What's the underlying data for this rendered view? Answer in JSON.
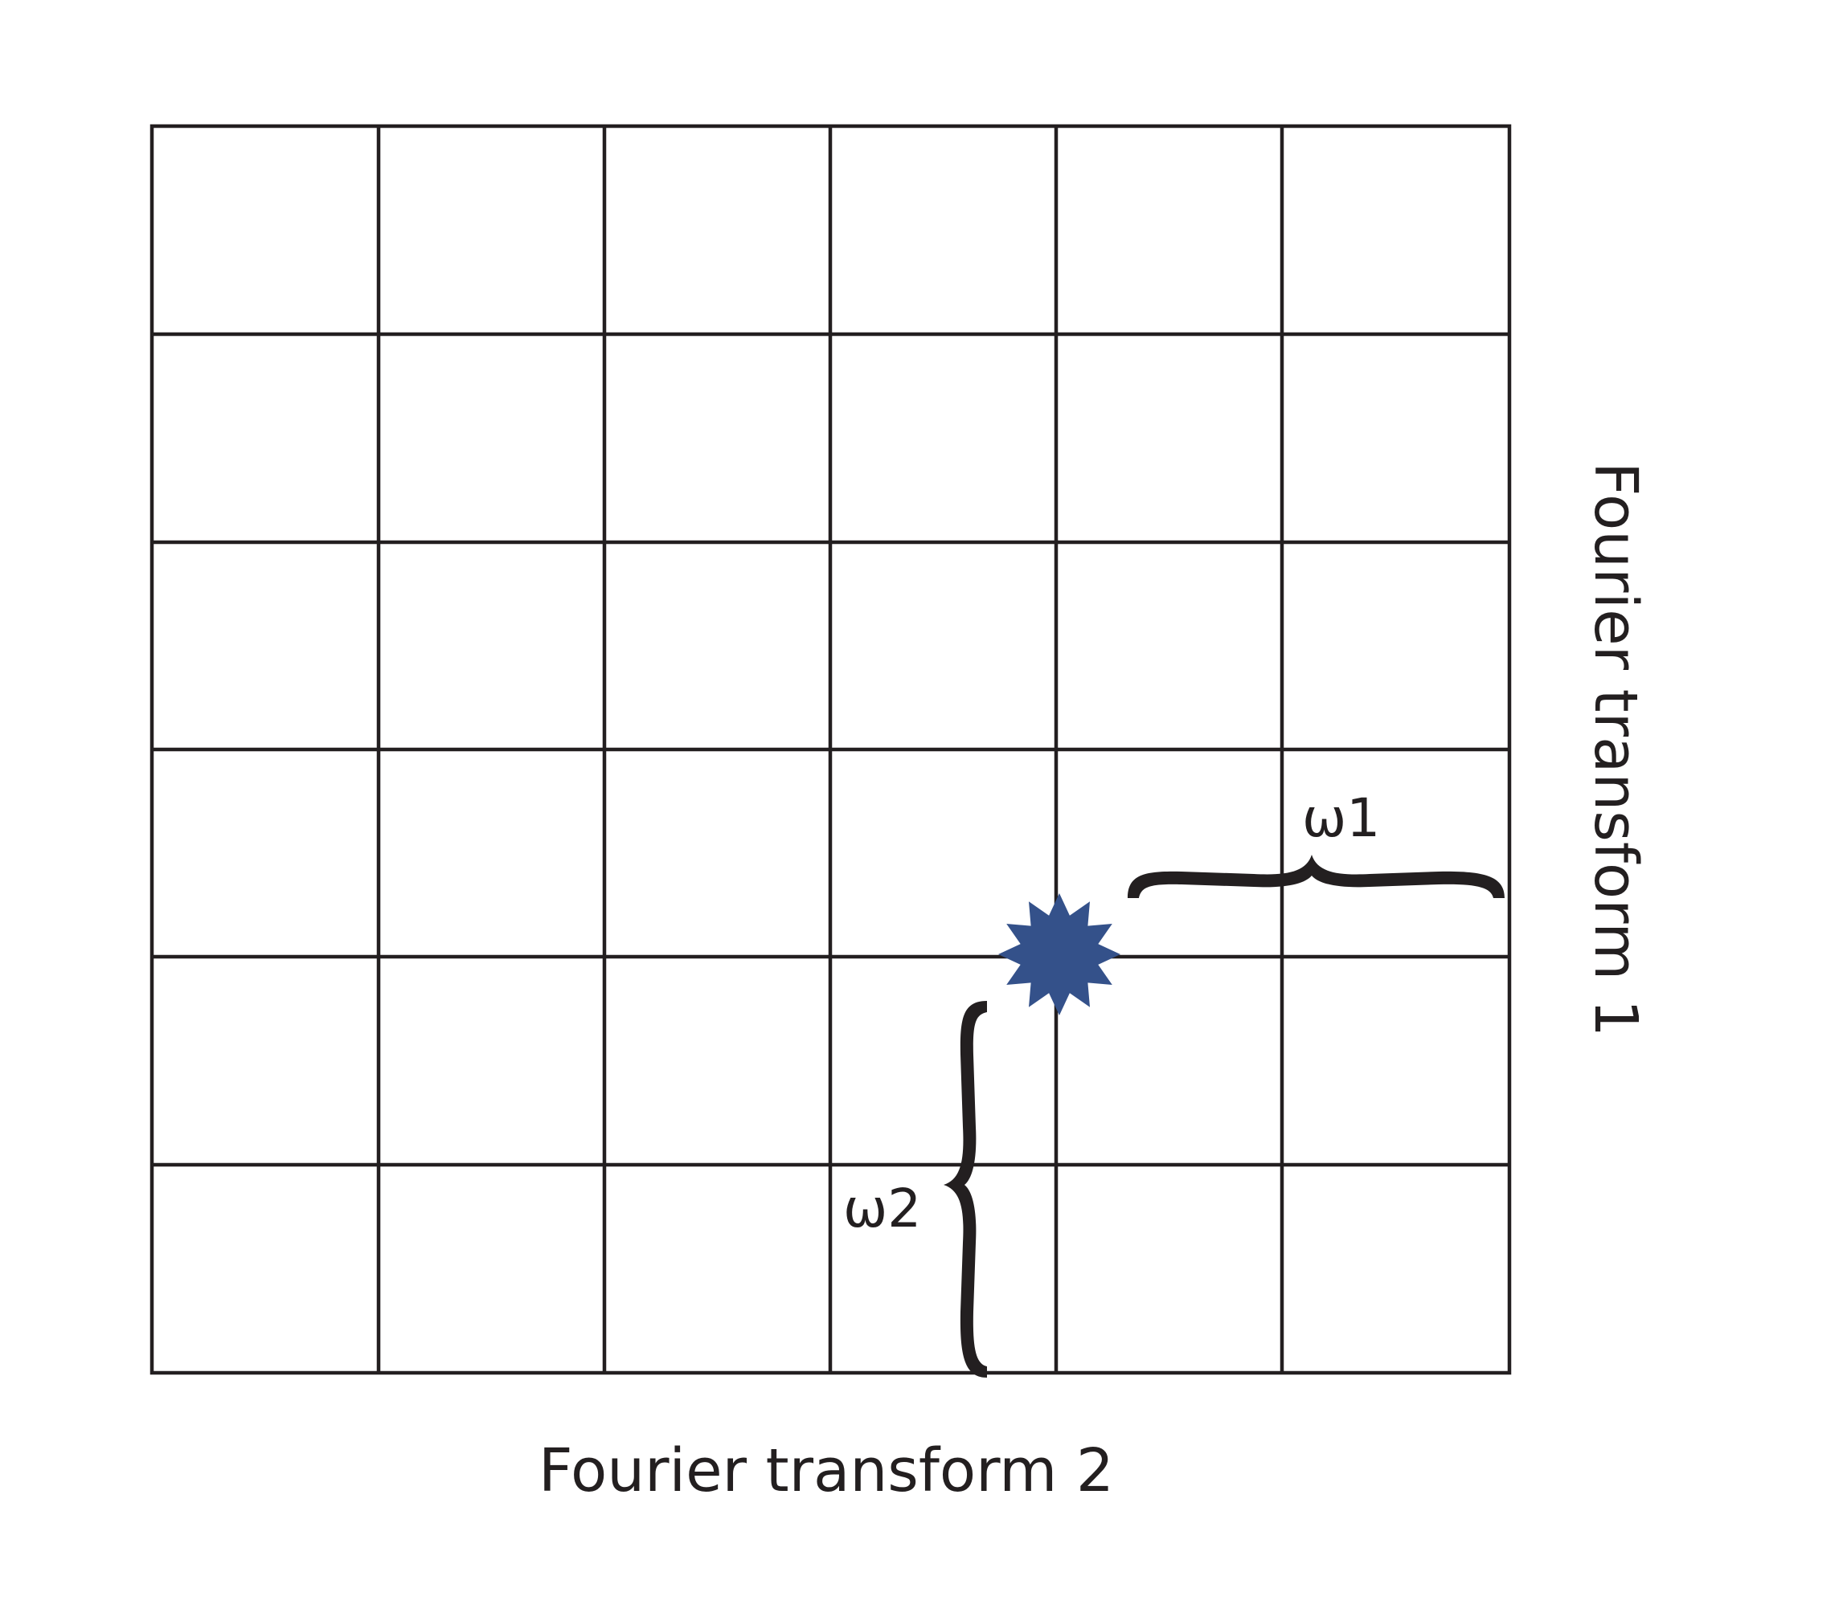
{
  "diagram": {
    "grid": {
      "rows": 6,
      "cols": 6
    },
    "x_axis_label": "Fourier transform 2",
    "y_axis_label": "Fourier transform 1",
    "peak": {
      "icon": "star-burst-icon",
      "color": "#34518a",
      "position": "intersection of grid line after row 4 and grid line after column 4"
    },
    "omega1": {
      "label": "ω1",
      "spans": "from star to right edge of grid (about 2 cells)"
    },
    "omega2": {
      "label": "ω2",
      "spans": "from star to bottom edge of grid (about 2 cells)"
    },
    "line_color": "#231f20"
  }
}
